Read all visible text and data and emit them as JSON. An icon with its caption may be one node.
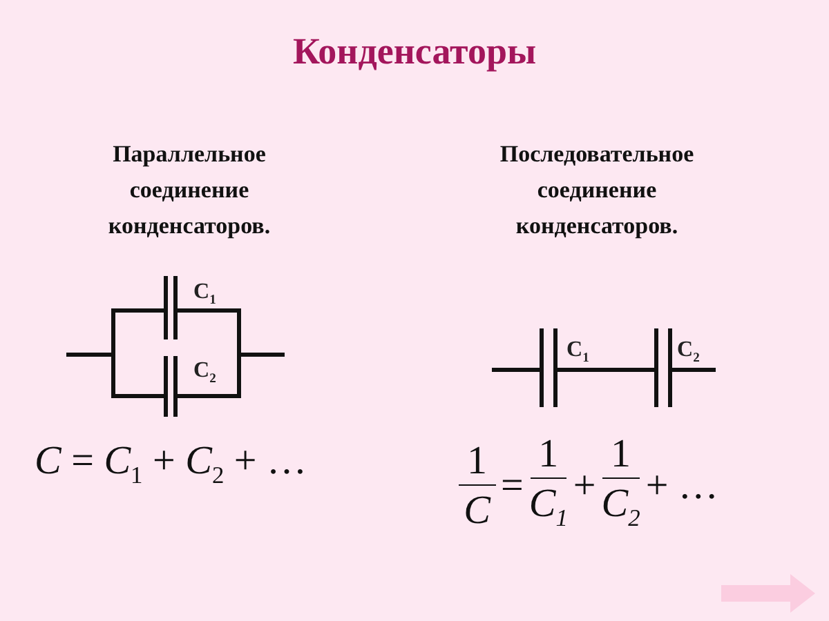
{
  "diagram": {
    "title": "Конденсаторы",
    "labels": [
      "Параллельное соединение конденсаторов.",
      "Последовательное соединение конденсаторов.",
      "C$_{1}$",
      "C$_{2}$",
      "C$_{1}$",
      "C$_{2}$",
      "*C* = *C*$_{1}$ + *C*$_{2}$ + …",
      "1",
      "C",
      "=",
      "1",
      "C$_{1}$",
      "+",
      "1",
      "C$_{2}$",
      "+ …"
    ]
  }
}
